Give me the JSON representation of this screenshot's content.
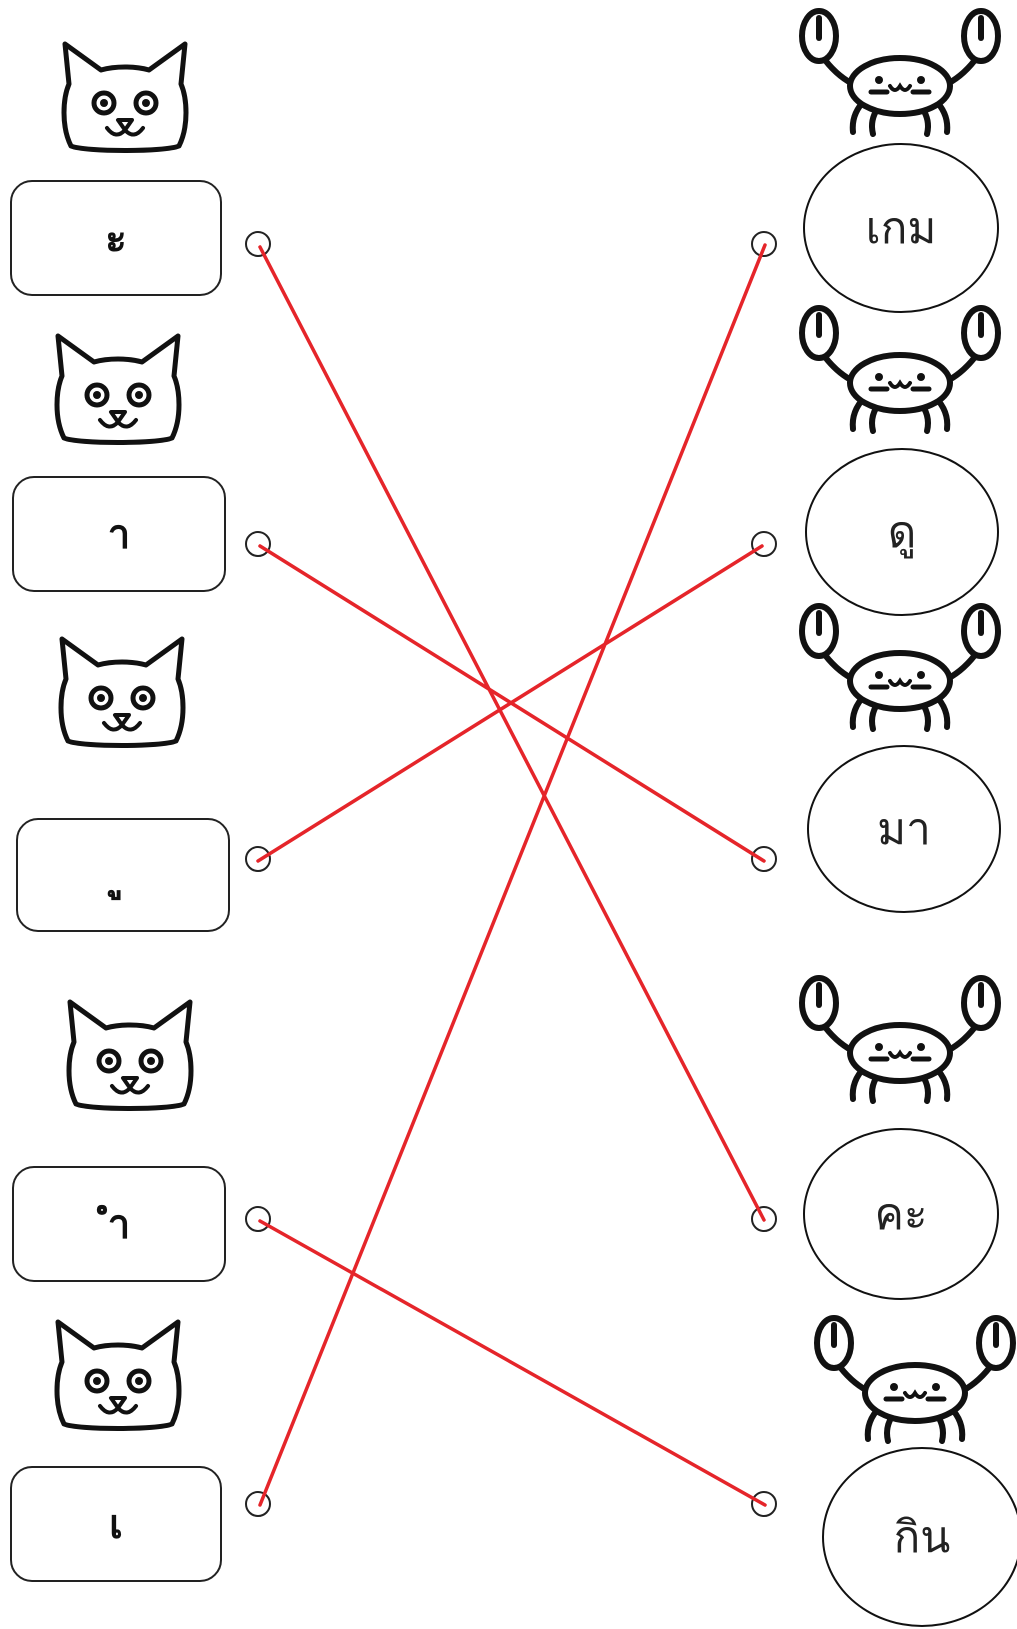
{
  "left_items": [
    {
      "label": "ะ",
      "icon": "cat-icon"
    },
    {
      "label": "า",
      "icon": "cat-icon"
    },
    {
      "label": "ู",
      "icon": "cat-icon"
    },
    {
      "label": "ำ",
      "icon": "cat-icon"
    },
    {
      "label": "เ",
      "icon": "cat-icon"
    }
  ],
  "right_items": [
    {
      "label": "เกม",
      "icon": "crab-icon"
    },
    {
      "label": "ดู",
      "icon": "crab-icon"
    },
    {
      "label": "มา",
      "icon": "crab-icon"
    },
    {
      "label": "คะ",
      "icon": "crab-icon"
    },
    {
      "label": "กิน",
      "icon": "crab-icon"
    }
  ],
  "connections": [
    {
      "from": 0,
      "to": 3
    },
    {
      "from": 1,
      "to": 2
    },
    {
      "from": 2,
      "to": 1
    },
    {
      "from": 3,
      "to": 4
    },
    {
      "from": 4,
      "to": 0
    }
  ],
  "line_color": "#e5252a"
}
